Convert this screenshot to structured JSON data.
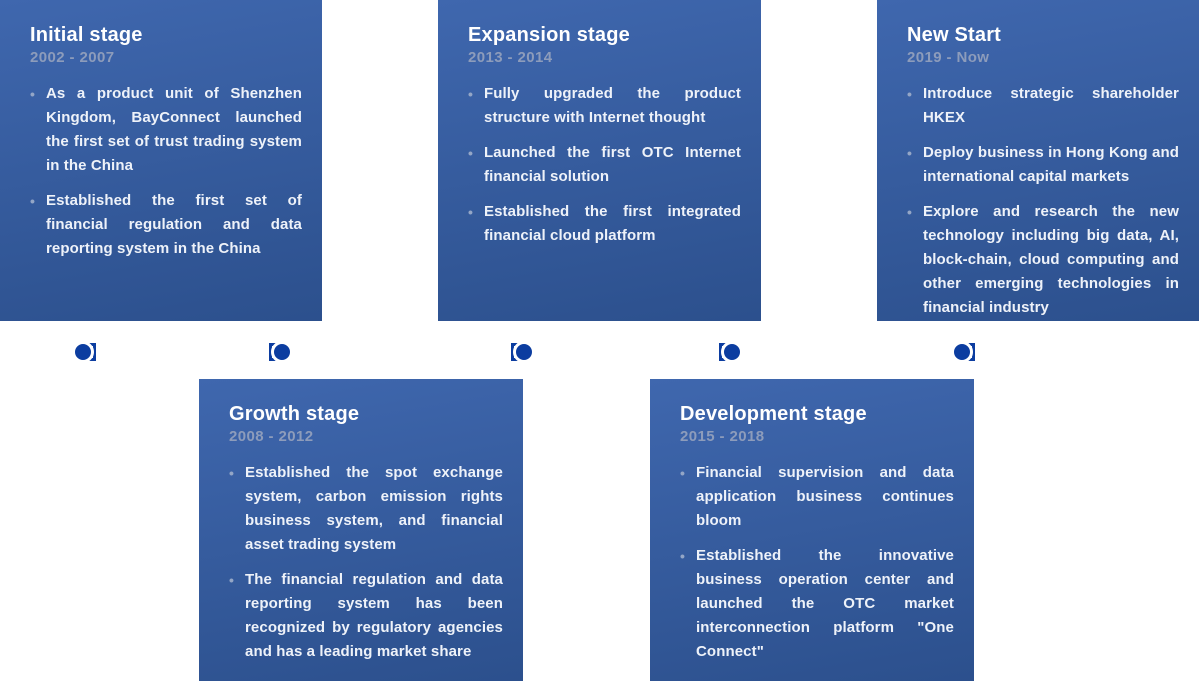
{
  "colors": {
    "card_gradient_top": "#3f67ae",
    "card_gradient_bottom": "#2c508d",
    "marker_blue": "#0c3da0",
    "title_text": "#ffffff",
    "period_text": "#8d9cbb",
    "bullet_dot": "#94a6c6",
    "body_text": "#eef2f9",
    "background": "#ffffff"
  },
  "stages": [
    {
      "title": "Initial stage",
      "period": "2002 - 2007",
      "bullets": [
        "As a product unit of Shenzhen Kingdom, BayConnect launched the first set of trust trading system in the China",
        "Established the first set of financial regulation and data reporting system in the China"
      ]
    },
    {
      "title": "Growth stage",
      "period": "2008 - 2012",
      "bullets": [
        "Established the spot exchange system, carbon emission rights business system, and financial asset trading system",
        "The financial regulation and data reporting system has been recognized by regulatory agencies and has a leading market share"
      ]
    },
    {
      "title": "Expansion stage",
      "period": "2013 - 2014",
      "bullets": [
        "Fully upgraded the product structure with Internet thought",
        "Launched the first OTC Internet financial solution",
        "Established the first integrated financial cloud platform"
      ]
    },
    {
      "title": "Development stage",
      "period": "2015 - 2018",
      "bullets": [
        "Financial supervision and data application business continues bloom",
        "Established the innovative business operation center and launched the OTC market interconnection platform \"One Connect\""
      ]
    },
    {
      "title": "New Start",
      "period": "2019 - Now",
      "bullets": [
        "Introduce strategic shareholder HKEX",
        "Deploy business in Hong Kong and international capital markets",
        "Explore and research the new technology including big data, AI, block-chain, cloud computing and other emerging technologies in financial industry"
      ]
    }
  ]
}
